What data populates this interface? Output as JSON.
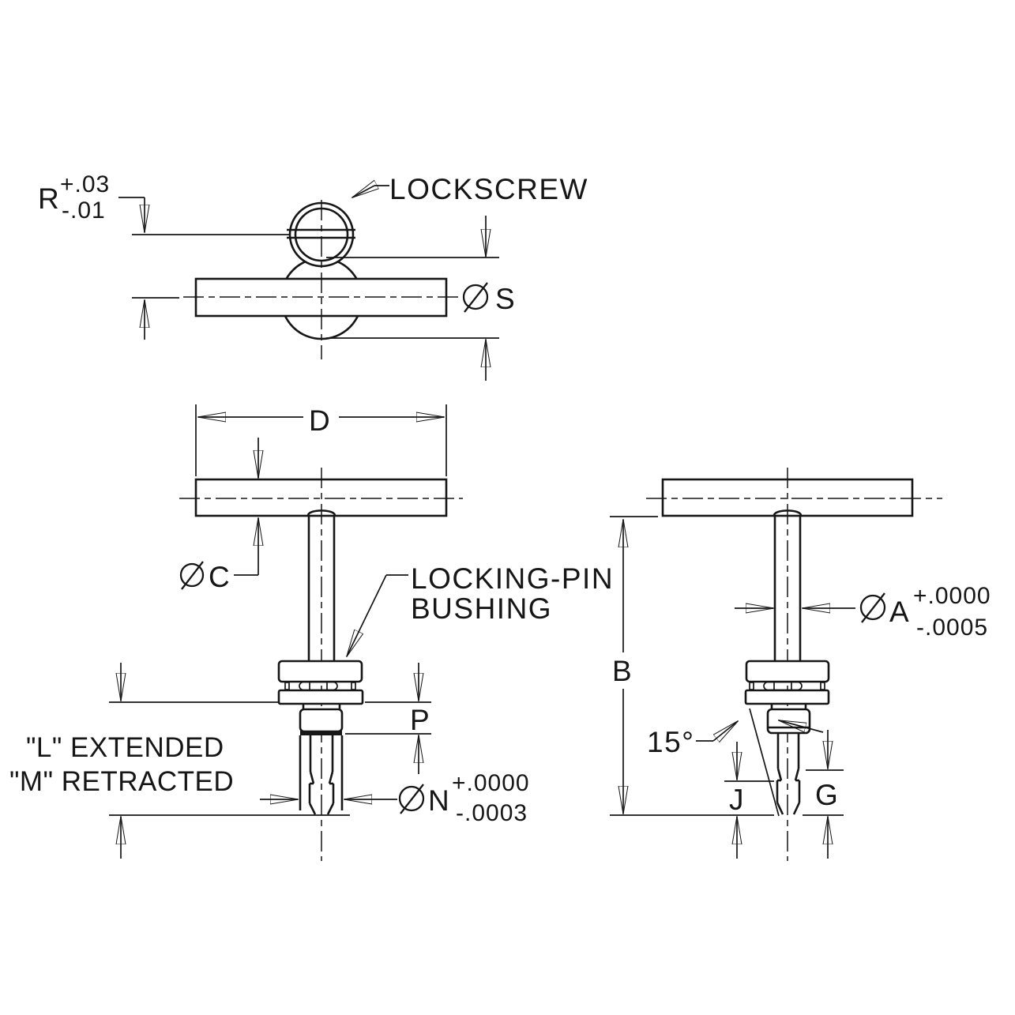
{
  "drawing": {
    "background": "#ffffff",
    "line_color": "#161616",
    "callouts": {
      "lockscrew": "LOCKSCREW",
      "bushing_line1": "LOCKING-PIN",
      "bushing_line2": "BUSHING",
      "extended": "\"L\" EXTENDED",
      "retracted": "\"M\" RETRACTED"
    },
    "dimensions": {
      "end_radius": {
        "label": "R",
        "tol_plus": "+.03",
        "tol_minus": "-.01"
      },
      "ball_diameter": {
        "label": "S"
      },
      "handle_length": {
        "label": "D"
      },
      "handle_diameter": {
        "label": "C"
      },
      "shank_diameter": {
        "label": "A",
        "tol_plus": "+.0000",
        "tol_minus": "-.0005"
      },
      "overall_length": {
        "label": "B"
      },
      "bushing_protrusion": {
        "label": "P"
      },
      "pin_diameter": {
        "label": "N",
        "tol_plus": "+.0000",
        "tol_minus": "-.0003"
      },
      "tip_angle": {
        "label": "15°"
      },
      "tip_length": {
        "label": "J"
      },
      "grip_length": {
        "label": "G"
      }
    }
  }
}
